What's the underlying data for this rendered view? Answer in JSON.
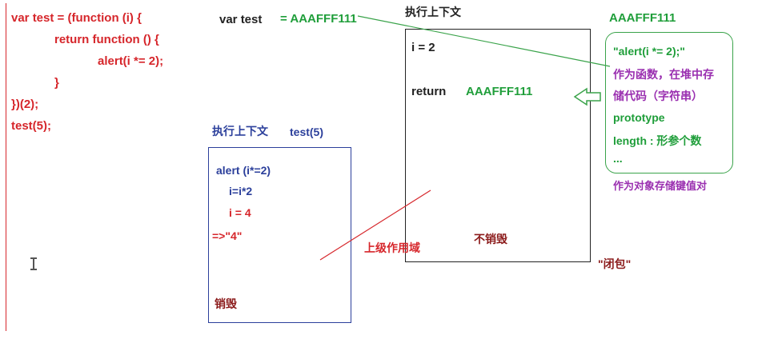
{
  "code": [
    "var test = (function (i) {",
    "return function () {",
    "alert(i *= 2);",
    "}",
    "})(2);",
    "test(5);"
  ],
  "top": {
    "var_test_label": "var test",
    "var_test_value": "= AAAFFF111",
    "exec_ctx_title": "执行上下文",
    "heap_address": "AAAFFF111"
  },
  "exec_box": {
    "i_line": "i   =  2",
    "return_label": "return",
    "return_value": "AAAFFF111",
    "no_destroy": "不销毁",
    "closure": "\"闭包\""
  },
  "heap": {
    "line1": "\"alert(i *= 2);\"",
    "line2": "作为函数，在堆中存",
    "line3": "储代码（字符串）",
    "line4": "prototype",
    "line5": "length : 形参个数",
    "line6": "...",
    "caption": "作为对象存储键值对"
  },
  "call_ctx": {
    "title": "执行上下文",
    "call": "test(5)",
    "line1": "alert (i*=2)",
    "line2": "i=i*2",
    "line3": "i = 4",
    "line4": "=>\"4\"",
    "destroy": "销毁"
  },
  "scope_label": "上级作用域",
  "colors": {
    "red": "#d6262b",
    "green": "#1f9e3a",
    "blue": "#2b3f9b",
    "purple": "#9a2fb0"
  }
}
